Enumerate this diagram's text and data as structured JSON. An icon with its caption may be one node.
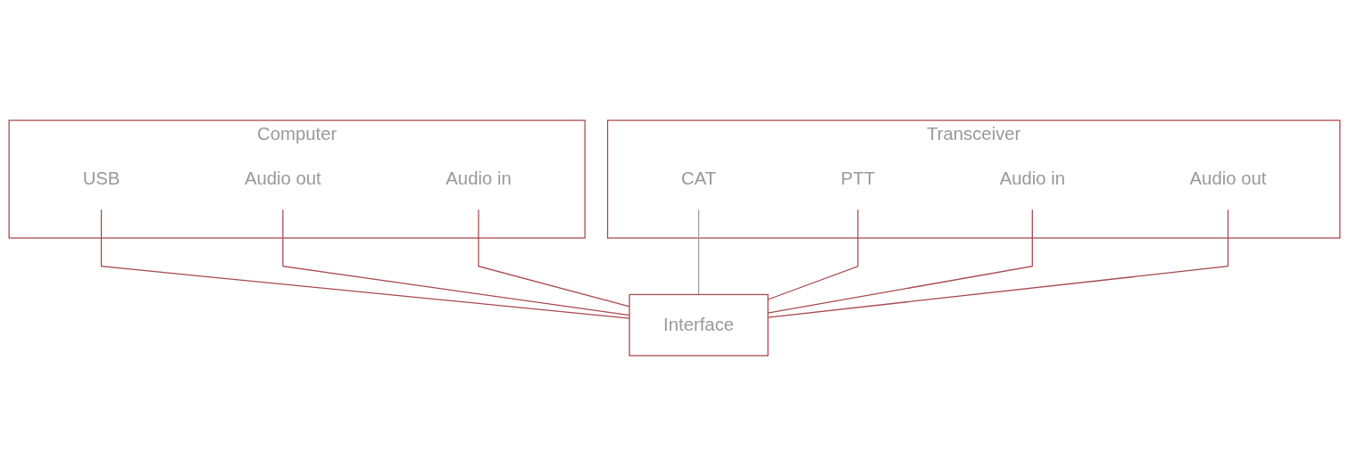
{
  "diagram": {
    "nodes": [
      {
        "text": [
          "Computer"
        ]
      },
      {
        "text": [
          "Audio in"
        ],
        "in": 0
      },
      {
        "text": [
          "Audio out"
        ],
        "in": 0
      },
      {
        "text": [
          "USB"
        ],
        "in": 0
      },
      {
        "text": [
          "Transceiver"
        ]
      },
      {
        "text": [
          "CAT"
        ],
        "in": 4
      },
      {
        "text": [
          "PTT"
        ],
        "in": 4
      },
      {
        "text": [
          "Audio in"
        ],
        "in": 4
      },
      {
        "text": [
          "Audio out"
        ],
        "in": 4
      },
      {
        "text": [
          "Interface"
        ]
      }
    ],
    "edges": [
      {
        "from": 3,
        "to": 9,
        "arrow": "none"
      },
      {
        "from": 2,
        "to": 9,
        "arrow": "none"
      },
      {
        "from": 1,
        "to": 9,
        "arrow": "none"
      },
      {
        "from": 5,
        "to": 9,
        "arrow": "none",
        "color": "#a0a0a0"
      },
      {
        "from": 6,
        "to": 9,
        "arrow": "none"
      },
      {
        "from": 7,
        "to": 9,
        "arrow": "none"
      },
      {
        "from": 8,
        "to": 9,
        "arrow": "none"
      }
    ]
  }
}
